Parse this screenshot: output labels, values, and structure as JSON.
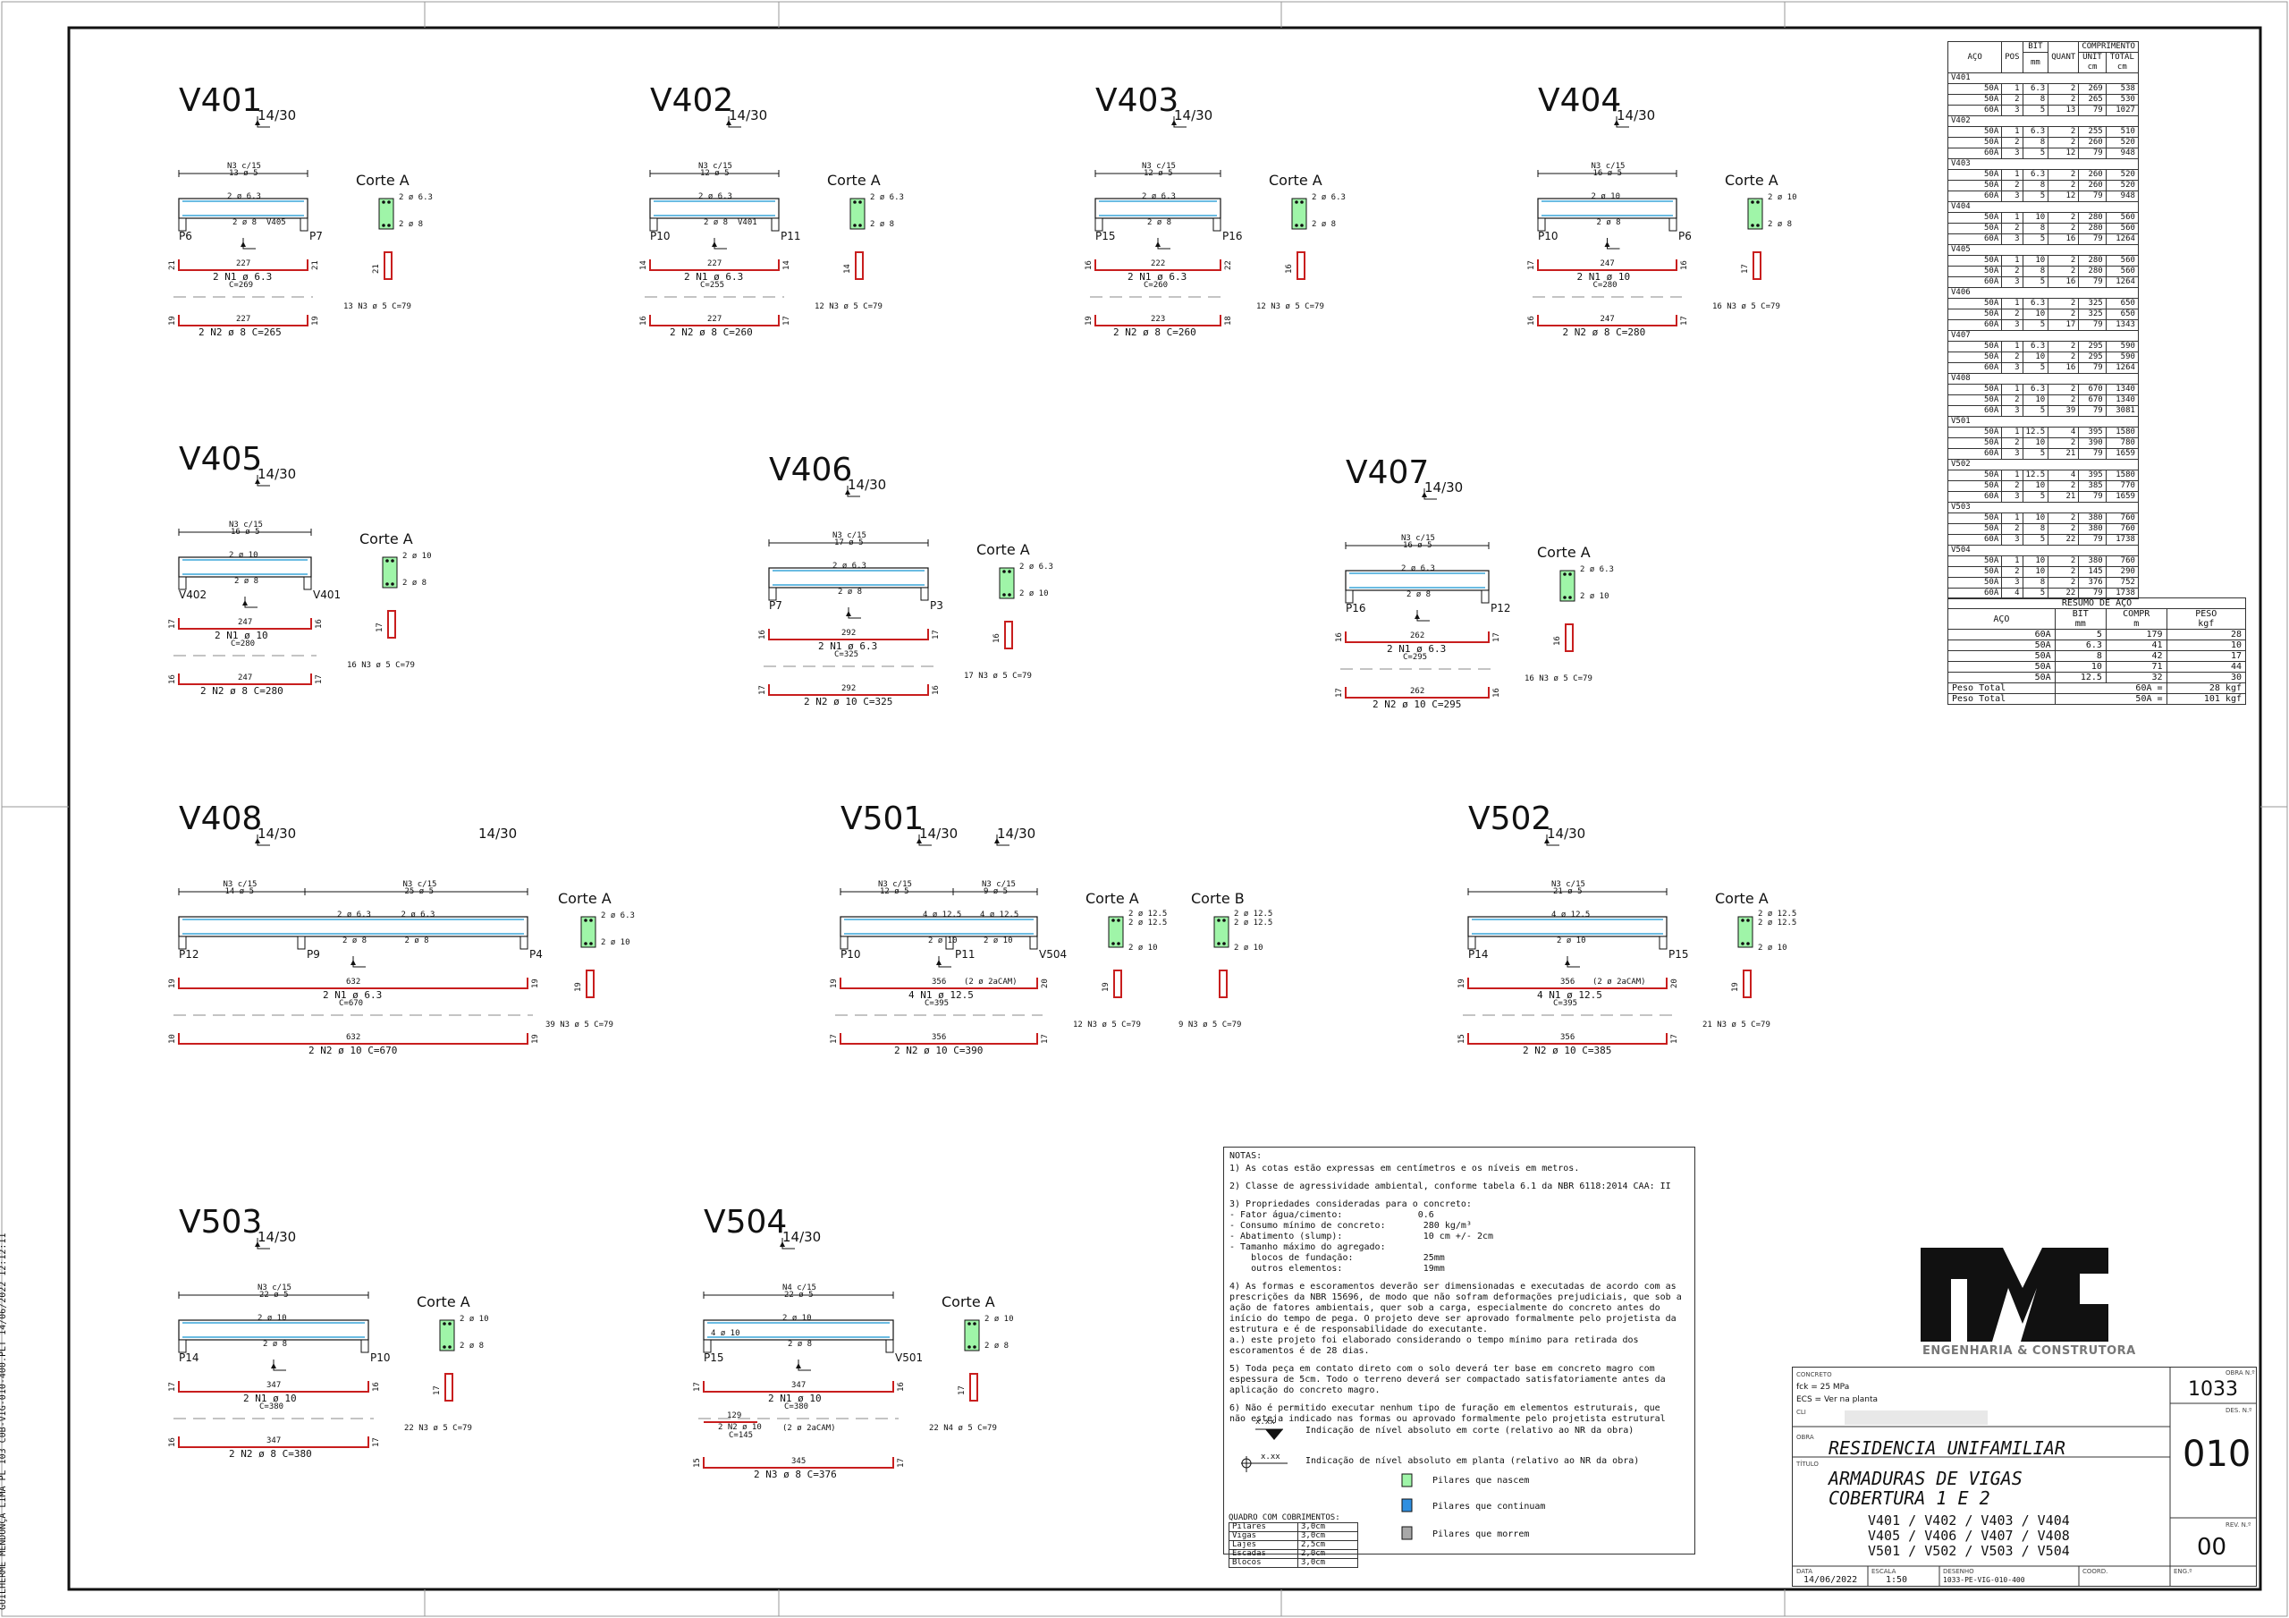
{
  "side_stamp": "GUILHERME MENDONÇA LIMA PL 103 C0B-VIG-010-400.PLT 14/06/2022 12:12:11",
  "beams": [
    {
      "id": "V401",
      "title": "V401",
      "section": "14/30",
      "corte": "Corte A",
      "stirrup_spec": "N3 c/15",
      "stirrup_count": "13 ø 5",
      "top_bar": "2 ø 6.3",
      "bot_bar": "2 ø 8",
      "pillars": [
        "P6",
        "P7"
      ],
      "sec_bars": [
        "2 ø 6.3",
        "2 ø 8"
      ],
      "n1_len": "227",
      "n1_desc": "2 N1 ø 6.3",
      "n1_c": "C=269",
      "n2_len": "227",
      "n2_desc": "2 N2 ø 8 C=265",
      "stirrups": "13 N3 ø 5 C=79",
      "hooks": [
        "21",
        "21",
        "19",
        "19"
      ],
      "extra": "V405"
    },
    {
      "id": "V402",
      "title": "V402",
      "section": "14/30",
      "corte": "Corte A",
      "stirrup_spec": "N3 c/15",
      "stirrup_count": "12 ø 5",
      "top_bar": "2 ø 6.3",
      "bot_bar": "2 ø 8",
      "pillars": [
        "P10",
        "P11"
      ],
      "sec_bars": [
        "2 ø 6.3",
        "2 ø 8"
      ],
      "n1_len": "227",
      "n1_desc": "2 N1 ø 6.3",
      "n1_c": "C=255",
      "n2_len": "227",
      "n2_desc": "2 N2 ø 8 C=260",
      "stirrups": "12 N3 ø 5 C=79",
      "hooks": [
        "14",
        "14",
        "16",
        "17"
      ],
      "extra": "V401"
    },
    {
      "id": "V403",
      "title": "V403",
      "section": "14/30",
      "corte": "Corte A",
      "stirrup_spec": "N3 c/15",
      "stirrup_count": "12 ø 5",
      "top_bar": "2 ø 6.3",
      "bot_bar": "2 ø 8",
      "pillars": [
        "P15",
        "P16"
      ],
      "sec_bars": [
        "2 ø 6.3",
        "2 ø 8"
      ],
      "n1_len": "222",
      "n1_desc": "2 N1 ø 6.3",
      "n1_c": "C=260",
      "n2_len": "223",
      "n2_desc": "2 N2 ø 8 C=260",
      "stirrups": "12 N3 ø 5 C=79",
      "hooks": [
        "16",
        "22",
        "19",
        "18"
      ],
      "extra": ""
    },
    {
      "id": "V404",
      "title": "V404",
      "section": "14/30",
      "corte": "Corte A",
      "stirrup_spec": "N3 c/15",
      "stirrup_count": "16 ø 5",
      "top_bar": "2 ø 10",
      "bot_bar": "2 ø 8",
      "pillars": [
        "P10",
        "P6"
      ],
      "sec_bars": [
        "2 ø 10",
        "2 ø 8"
      ],
      "n1_len": "247",
      "n1_desc": "2 N1 ø 10",
      "n1_c": "C=280",
      "n2_len": "247",
      "n2_desc": "2 N2 ø 8 C=280",
      "stirrups": "16 N3 ø 5 C=79",
      "hooks": [
        "17",
        "16",
        "16",
        "17"
      ],
      "extra": ""
    },
    {
      "id": "V405",
      "title": "V405",
      "section": "14/30",
      "corte": "Corte A",
      "stirrup_spec": "N3 c/15",
      "stirrup_count": "16 ø 5",
      "top_bar": "2 ø 10",
      "bot_bar": "2 ø 8",
      "pillars": [
        "V402",
        "V401"
      ],
      "sec_bars": [
        "2 ø 10",
        "2 ø 8"
      ],
      "n1_len": "247",
      "n1_desc": "2 N1 ø 10",
      "n1_c": "C=280",
      "n2_len": "247",
      "n2_desc": "2 N2 ø 8 C=280",
      "stirrups": "16 N3 ø 5 C=79",
      "hooks": [
        "17",
        "16",
        "16",
        "17"
      ],
      "extra": ""
    },
    {
      "id": "V406",
      "title": "V406",
      "section": "14/30",
      "corte": "Corte A",
      "stirrup_spec": "N3 c/15",
      "stirrup_count": "17 ø 5",
      "top_bar": "2 ø 6.3",
      "bot_bar": "2 ø 8",
      "pillars": [
        "P7",
        "P3"
      ],
      "sec_bars": [
        "2 ø 6.3",
        "2 ø 10"
      ],
      "n1_len": "292",
      "n1_desc": "2 N1 ø 6.3",
      "n1_c": "C=325",
      "n2_len": "292",
      "n2_desc": "2 N2 ø 10 C=325",
      "stirrups": "17 N3 ø 5 C=79",
      "hooks": [
        "16",
        "17",
        "17",
        "16"
      ],
      "extra": ""
    },
    {
      "id": "V407",
      "title": "V407",
      "section": "14/30",
      "corte": "Corte A",
      "stirrup_spec": "N3 c/15",
      "stirrup_count": "16 ø 5",
      "top_bar": "2 ø 6.3",
      "bot_bar": "2 ø 8",
      "pillars": [
        "P16",
        "P12"
      ],
      "sec_bars": [
        "2 ø 6.3",
        "2 ø 10"
      ],
      "n1_len": "262",
      "n1_desc": "2 N1 ø 6.3",
      "n1_c": "C=295",
      "n2_len": "262",
      "n2_desc": "2 N2 ø 10 C=295",
      "stirrups": "16 N3 ø 5 C=79",
      "hooks": [
        "16",
        "17",
        "17",
        "16"
      ],
      "extra": ""
    },
    {
      "id": "V408",
      "title": "V408",
      "section": "14/30",
      "section2": "14/30",
      "corte": "Corte A",
      "stirrup_spec": "N3 c/15",
      "stirrup_count": "14 ø 5",
      "stirrup_spec2": "N3 c/15",
      "stirrup_count2": "25 ø 5",
      "top_bar": "2 ø 6.3",
      "top_bar2": "2 ø 6.3",
      "bot_bar": "2 ø 8",
      "bot_bar2": "2 ø 8",
      "pillars": [
        "P12",
        "P9",
        "P4"
      ],
      "sec_bars": [
        "2 ø 6.3",
        "2 ø 10"
      ],
      "n1_len": "632",
      "n1_desc": "2 N1 ø 6.3",
      "n1_c": "C=670",
      "n2_len": "632",
      "n2_desc": "2 N2 ø 10 C=670",
      "stirrups": "39 N3 ø 5 C=79",
      "hooks": [
        "19",
        "19",
        "10",
        "19"
      ],
      "extra": ""
    },
    {
      "id": "V501",
      "title": "V501",
      "section": "14/30",
      "section2": "14/30",
      "corte": "Corte A",
      "corte2": "Corte B",
      "stirrup_spec": "N3 c/15",
      "stirrup_count": "12 ø 5",
      "stirrup_spec2": "N3 c/15",
      "stirrup_count2": "9 ø 5",
      "top_bar": "4 ø 12.5",
      "top_bar2": "4 ø 12.5",
      "bot_bar": "2 ø 10",
      "bot_bar2": "2 ø 10",
      "pillars": [
        "P10",
        "P11",
        "V504"
      ],
      "sec_bars": [
        "2 ø 12.5",
        "2 ø 12.5",
        "2 ø 10"
      ],
      "sec_bars2": [
        "2 ø 12.5",
        "2 ø 12.5",
        "2 ø 10"
      ],
      "n1_len": "356",
      "n1_extra": "(2 ø 2aCAM)",
      "n1_desc": "4 N1 ø 12.5",
      "n1_c": "C=395",
      "n2_len": "356",
      "n2_desc": "2 N2 ø 10 C=390",
      "stirrups": "12 N3 ø 5 C=79",
      "stirrups2": "9 N3 ø 5 C=79",
      "hooks": [
        "19",
        "20",
        "17",
        "17"
      ],
      "extra": ""
    },
    {
      "id": "V502",
      "title": "V502",
      "section": "14/30",
      "corte": "Corte A",
      "stirrup_spec": "N3 c/15",
      "stirrup_count": "21 ø 5",
      "top_bar": "4 ø 12.5",
      "bot_bar": "2 ø 10",
      "pillars": [
        "P14",
        "P15"
      ],
      "sec_bars": [
        "2 ø 12.5",
        "2 ø 12.5",
        "2 ø 10"
      ],
      "n1_len": "356",
      "n1_extra": "(2 ø 2aCAM)",
      "n1_desc": "4 N1 ø 12.5",
      "n1_c": "C=395",
      "n2_len": "356",
      "n2_desc": "2 N2 ø 10 C=385",
      "stirrups": "21 N3 ø 5 C=79",
      "hooks": [
        "19",
        "20",
        "15",
        "17"
      ],
      "extra": ""
    },
    {
      "id": "V503",
      "title": "V503",
      "section": "14/30",
      "corte": "Corte A",
      "stirrup_spec": "N3 c/15",
      "stirrup_count": "22 ø 5",
      "top_bar": "2 ø 10",
      "bot_bar": "2 ø 8",
      "pillars": [
        "P14",
        "P10"
      ],
      "sec_bars": [
        "2 ø 10",
        "2 ø 8"
      ],
      "n1_len": "347",
      "n1_desc": "2 N1 ø 10",
      "n1_c": "C=380",
      "n2_len": "347",
      "n2_desc": "2 N2 ø 8 C=380",
      "stirrups": "22 N3 ø 5 C=79",
      "hooks": [
        "17",
        "16",
        "16",
        "17"
      ],
      "extra": ""
    },
    {
      "id": "V504",
      "title": "V504",
      "section": "14/30",
      "corte": "Corte A",
      "stirrup_spec": "N4 c/15",
      "stirrup_count": "22 ø 5",
      "top_bar": "2 ø 10",
      "top_left": "4 ø 10",
      "bot_bar": "2 ø 8",
      "pillars": [
        "P15",
        "V501"
      ],
      "sec_bars": [
        "2 ø 10",
        "2 ø 8"
      ],
      "n1_len": "347",
      "n1_desc": "2 N1 ø 10",
      "n1_c": "C=380",
      "n2_len": "345",
      "n2_desc": "2 N3 ø 8 C=376",
      "n3_len": "129",
      "n3_desc": "2 N2 ø 10",
      "n3_c": "C=145",
      "n3_extra": "(2 ø 2aCAM)",
      "stirrups": "22 N4 ø 5 C=79",
      "hooks": [
        "17",
        "16",
        "15",
        "17"
      ],
      "extra": ""
    }
  ],
  "bar_table": {
    "headers": [
      "AÇO",
      "POS",
      "BIT",
      "QUANT",
      "COMPRIMENTO",
      "UNIT",
      "TOTAL",
      "mm",
      "cm",
      "cm"
    ],
    "groups": [
      {
        "name": "V401",
        "rows": [
          [
            "50A",
            "1",
            "6.3",
            "2",
            "269",
            "538"
          ],
          [
            "50A",
            "2",
            "8",
            "2",
            "265",
            "530"
          ],
          [
            "60A",
            "3",
            "5",
            "13",
            "79",
            "1027"
          ]
        ]
      },
      {
        "name": "V402",
        "rows": [
          [
            "50A",
            "1",
            "6.3",
            "2",
            "255",
            "510"
          ],
          [
            "50A",
            "2",
            "8",
            "2",
            "260",
            "520"
          ],
          [
            "60A",
            "3",
            "5",
            "12",
            "79",
            "948"
          ]
        ]
      },
      {
        "name": "V403",
        "rows": [
          [
            "50A",
            "1",
            "6.3",
            "2",
            "260",
            "520"
          ],
          [
            "50A",
            "2",
            "8",
            "2",
            "260",
            "520"
          ],
          [
            "60A",
            "3",
            "5",
            "12",
            "79",
            "948"
          ]
        ]
      },
      {
        "name": "V404",
        "rows": [
          [
            "50A",
            "1",
            "10",
            "2",
            "280",
            "560"
          ],
          [
            "50A",
            "2",
            "8",
            "2",
            "280",
            "560"
          ],
          [
            "60A",
            "3",
            "5",
            "16",
            "79",
            "1264"
          ]
        ]
      },
      {
        "name": "V405",
        "rows": [
          [
            "50A",
            "1",
            "10",
            "2",
            "280",
            "560"
          ],
          [
            "50A",
            "2",
            "8",
            "2",
            "280",
            "560"
          ],
          [
            "60A",
            "3",
            "5",
            "16",
            "79",
            "1264"
          ]
        ]
      },
      {
        "name": "V406",
        "rows": [
          [
            "50A",
            "1",
            "6.3",
            "2",
            "325",
            "650"
          ],
          [
            "50A",
            "2",
            "10",
            "2",
            "325",
            "650"
          ],
          [
            "60A",
            "3",
            "5",
            "17",
            "79",
            "1343"
          ]
        ]
      },
      {
        "name": "V407",
        "rows": [
          [
            "50A",
            "1",
            "6.3",
            "2",
            "295",
            "590"
          ],
          [
            "50A",
            "2",
            "10",
            "2",
            "295",
            "590"
          ],
          [
            "60A",
            "3",
            "5",
            "16",
            "79",
            "1264"
          ]
        ]
      },
      {
        "name": "V408",
        "rows": [
          [
            "50A",
            "1",
            "6.3",
            "2",
            "670",
            "1340"
          ],
          [
            "50A",
            "2",
            "10",
            "2",
            "670",
            "1340"
          ],
          [
            "60A",
            "3",
            "5",
            "39",
            "79",
            "3081"
          ]
        ]
      },
      {
        "name": "V501",
        "rows": [
          [
            "50A",
            "1",
            "12.5",
            "4",
            "395",
            "1580"
          ],
          [
            "50A",
            "2",
            "10",
            "2",
            "390",
            "780"
          ],
          [
            "60A",
            "3",
            "5",
            "21",
            "79",
            "1659"
          ]
        ]
      },
      {
        "name": "V502",
        "rows": [
          [
            "50A",
            "1",
            "12.5",
            "4",
            "395",
            "1580"
          ],
          [
            "50A",
            "2",
            "10",
            "2",
            "385",
            "770"
          ],
          [
            "60A",
            "3",
            "5",
            "21",
            "79",
            "1659"
          ]
        ]
      },
      {
        "name": "V503",
        "rows": [
          [
            "50A",
            "1",
            "10",
            "2",
            "380",
            "760"
          ],
          [
            "50A",
            "2",
            "8",
            "2",
            "380",
            "760"
          ],
          [
            "60A",
            "3",
            "5",
            "22",
            "79",
            "1738"
          ]
        ]
      },
      {
        "name": "V504",
        "rows": [
          [
            "50A",
            "1",
            "10",
            "2",
            "380",
            "760"
          ],
          [
            "50A",
            "2",
            "10",
            "2",
            "145",
            "290"
          ],
          [
            "50A",
            "3",
            "8",
            "2",
            "376",
            "752"
          ],
          [
            "60A",
            "4",
            "5",
            "22",
            "79",
            "1738"
          ]
        ]
      }
    ]
  },
  "resumo": {
    "title": "RESUMO DE AÇO",
    "headers": [
      "AÇO",
      "BIT",
      "COMPR",
      "PESO",
      "mm",
      "m",
      "kgf"
    ],
    "rows": [
      [
        "60A",
        "5",
        "179",
        "28"
      ],
      [
        "50A",
        "6.3",
        "41",
        "10"
      ],
      [
        "50A",
        "8",
        "42",
        "17"
      ],
      [
        "50A",
        "10",
        "71",
        "44"
      ],
      [
        "50A",
        "12.5",
        "32",
        "30"
      ]
    ],
    "totals": [
      [
        "Peso Total",
        "60A =",
        "28 kgf"
      ],
      [
        "Peso Total",
        "50A =",
        "101 kgf"
      ]
    ]
  },
  "notes": {
    "title": "NOTAS:",
    "items": [
      "1) As cotas estão expressas em centímetros e os níveis em metros.",
      "2) Classe de agressividade ambiental, conforme tabela 6.1 da NBR 6118:2014 CAA: II",
      "3) Propriedades consideradas para o concreto:\n- Fator água/cimento:              0.6\n- Consumo mínimo de concreto:       280 kg/m³\n- Abatimento (slump):               10 cm +/- 2cm\n- Tamanho máximo do agregado:\n    blocos de fundação:             25mm\n    outros elementos:               19mm",
      "4) As formas e escoramentos deverão ser dimensionadas e executadas de acordo com as\nprescrições da NBR 15696, de modo que não sofram deformações prejudiciais, que sob a\nação de fatores ambientais, quer sob a carga, especialmente do concreto antes do\ninício do tempo de pega. O projeto deve ser aprovado formalmente pelo projetista da\nestrutura e é de responsabilidade do executante.\na.) este projeto foi elaborado considerando o tempo mínimo para retirada dos\nescoramentos é de 28 dias.",
      "5) Toda peça em contato direto com o solo deverá ter base em concreto magro com\nespessura de 5cm. Todo o terreno deverá ser compactado satisfatoriamente antes da\naplicação do concreto magro.",
      "6) Não é permitido executar nenhum tipo de furação em elementos estruturais, que\nnão esteja indicado nas formas ou aprovado formalmente pelo projetista estrutural"
    ],
    "level_mark": "x.xx",
    "level_cut": "Indicação de nível absoluto em corte (relativo ao NR da obra)",
    "level_plan": "Indicação de nível absoluto em planta (relativo ao NR da obra)",
    "cover_title": "QUADRO COM COBRIMENTOS:",
    "cover_rows": [
      [
        "Pilares",
        "3,0cm"
      ],
      [
        "Vigas",
        "3,0cm"
      ],
      [
        "Lajes",
        "2,5cm"
      ],
      [
        "Escadas",
        "2,0cm"
      ],
      [
        "Blocos",
        "3,0cm"
      ]
    ],
    "legend": [
      {
        "label": "Pilares que nascem",
        "color": "#9ff5a8"
      },
      {
        "label": "Pilares que continuam",
        "color": "#2f8fe0"
      },
      {
        "label": "Pilares que morrem",
        "color": "#a8a8a8"
      }
    ]
  },
  "title_block": {
    "logo_sub": "ENGENHARIA & CONSTRUTORA",
    "concreto_label": "CONCRETO",
    "fck": "fck = 25   MPa",
    "ecs": "ECS = Ver na planta",
    "cliente_label": "CLI",
    "obra_label": "OBRA",
    "obra": "RESIDENCIA UNIFAMILIAR",
    "titulo_label": "TÍTULO",
    "titulo1": "ARMADURAS DE VIGAS",
    "titulo2": "COBERTURA 1 E 2",
    "list1": "V401 / V402 / V403 / V404",
    "list2": "V405 / V406 / V407 / V408",
    "list3": "V501 / V502 / V503 / V504",
    "obra_n_label": "OBRA N.º",
    "obra_n": "1033",
    "des_n_label": "DES. N.º",
    "des_n": "010",
    "rev_label": "REV. N.º",
    "rev": "00",
    "data_label": "DATA",
    "data": "14/06/2022",
    "escala_label": "ESCALA",
    "escala": "1:50",
    "desenho_label": "DESENHO",
    "desenho": "1033-PE-VIG-010-400",
    "coord_label": "COORD.",
    "eng_label": "ENG.º"
  }
}
